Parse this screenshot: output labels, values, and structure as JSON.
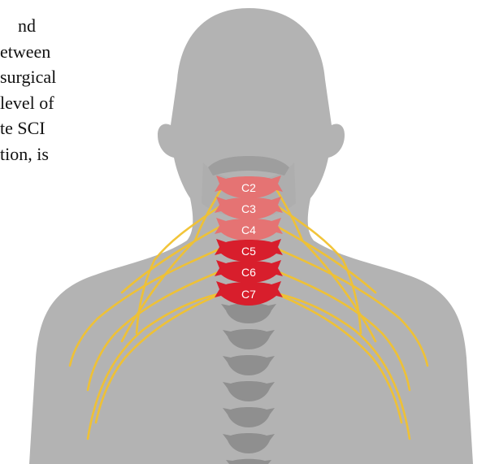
{
  "text_fragment": {
    "lines": [
      "nd",
      "etween",
      "surgical",
      "level of",
      "te SCI",
      "tion, is"
    ]
  },
  "vertebrae": {
    "c2": "C2",
    "c3": "C3",
    "c4": "C4",
    "c5": "C5",
    "c6": "C6",
    "c7": "C7"
  },
  "colors": {
    "silhouette": "#b3b3b3",
    "bone": "#9e9e9e",
    "light_red": "#e57373",
    "dark_red": "#d81e2c",
    "nerve": "#f2c230"
  }
}
